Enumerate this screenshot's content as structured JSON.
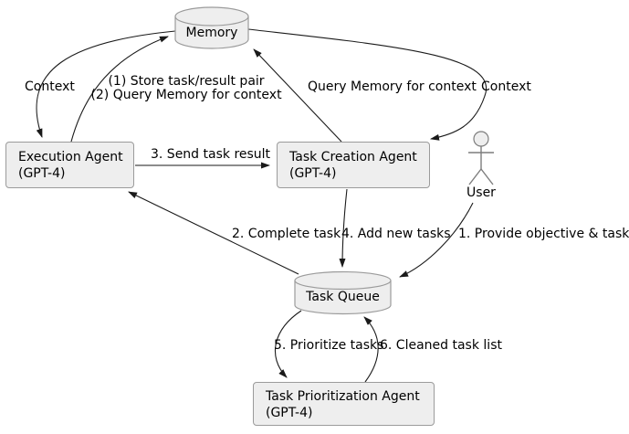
{
  "diagram": {
    "nodes": {
      "memory": {
        "label": "Memory"
      },
      "execution_agent": {
        "name": "Execution Agent",
        "model": "(GPT-4)"
      },
      "task_creation_agent": {
        "name": "Task Creation Agent",
        "model": "(GPT-4)"
      },
      "task_queue": {
        "label": "Task Queue"
      },
      "task_prioritization_agent": {
        "name": "Task Prioritization Agent",
        "model": "(GPT-4)"
      },
      "user": {
        "label": "User"
      }
    },
    "edge_labels": {
      "context_left": "Context",
      "store_query_line1": "(1) Store task/result pair",
      "store_query_line2": "(2) Query Memory for context",
      "query_memory": "Query Memory for context",
      "context_right": "Context",
      "send_task_result": "3. Send task result",
      "complete_task": "2. Complete task",
      "add_new_tasks": "4. Add new tasks",
      "provide_objective": "1. Provide objective & task",
      "prioritize_tasks": "5. Prioritize tasks",
      "cleaned_task_list": "6. Cleaned task list"
    },
    "colors": {
      "node_fill": "#eeeeee",
      "node_border": "#9b9b9b",
      "arrow": "#1a1a1a",
      "text": "#000000",
      "background": "#ffffff"
    }
  }
}
